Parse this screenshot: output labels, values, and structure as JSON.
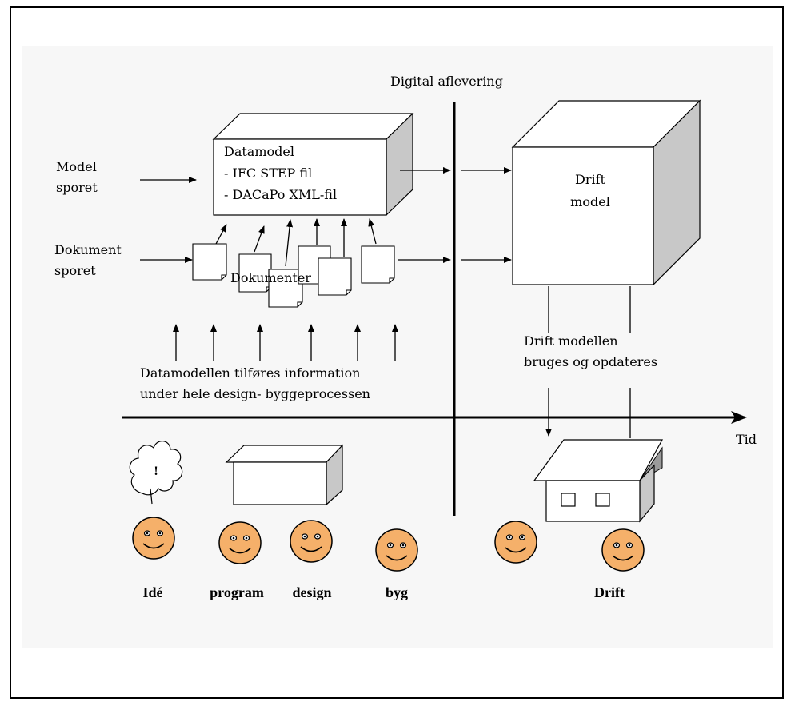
{
  "digital_delivery_label": "Digital aflevering",
  "model_track_label": [
    "Model",
    "sporet"
  ],
  "document_track_label": [
    "Dokument",
    "sporet"
  ],
  "datamodel_box": [
    "Datamodel",
    "- IFC STEP fil",
    "- DACaPo XML-fil"
  ],
  "documents_label": "Dokumenter",
  "drift_model_box": [
    "Drift",
    "model"
  ],
  "drift_model_usage": [
    "Drift modellen",
    "bruges og opdateres"
  ],
  "info_caption": [
    "Datamodellen tilføres information",
    "under hele design- byggeprocessen"
  ],
  "time_axis_label": "Tid",
  "phases": [
    "Idé",
    "program",
    "design",
    "byg",
    "Drift"
  ],
  "idea_mark": "!",
  "colors": {
    "face": "#f5b06a",
    "face_stroke": "#000000",
    "cube_side": "#c8c8c8",
    "panel": "#f7f7f7"
  }
}
